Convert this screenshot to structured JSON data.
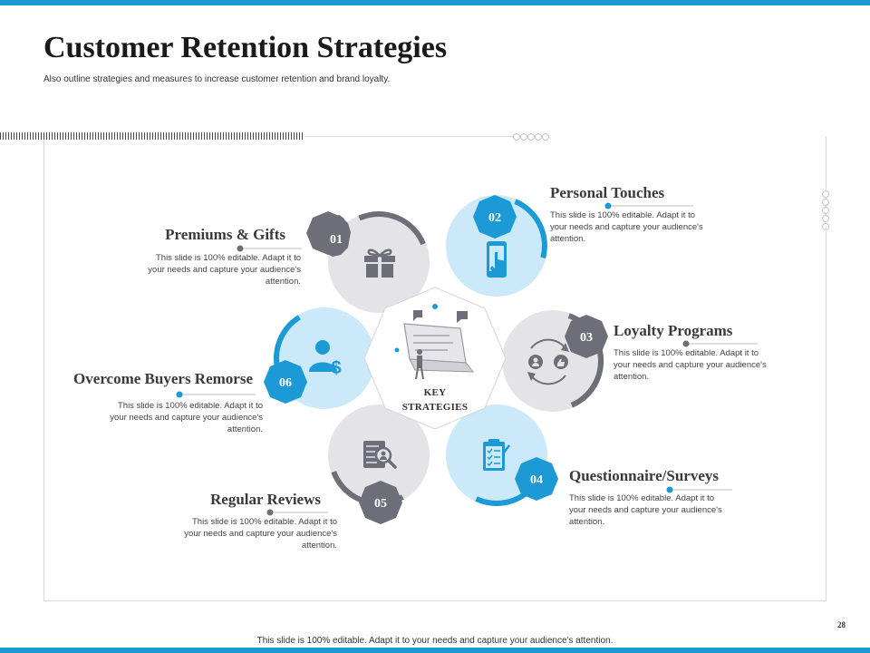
{
  "title": "Customer Retention Strategies",
  "subtitle": "Also outline strategies and measures to increase customer retention and brand loyalty.",
  "center_label": [
    "KEY",
    "STRATEGIES"
  ],
  "colors": {
    "blue": "#1b9ad6",
    "light_blue": "#cbe9f8",
    "gray": "#6d6e78",
    "light_gray": "#e4e4e8"
  },
  "strategies": [
    {
      "number": "01",
      "heading": "Premiums & Gifts",
      "description": "This slide is 100% editable.  Adapt it to your needs and capture your audience's attention.",
      "icon": "gift-icon"
    },
    {
      "number": "02",
      "heading": "Personal Touches",
      "description": "This slide is 100% editable.  Adapt it to your needs and capture your audience's attention.",
      "icon": "touch-phone-icon"
    },
    {
      "number": "03",
      "heading": "Loyalty Programs",
      "description": "This slide is 100% editable.  Adapt it to your needs and capture your audience's attention.",
      "icon": "loyalty-cycle-icon"
    },
    {
      "number": "04",
      "heading": "Questionnaire/Surveys",
      "description": "This slide is 100% editable.  Adapt it to your needs and capture your audience's attention.",
      "icon": "clipboard-icon"
    },
    {
      "number": "05",
      "heading": "Regular Reviews",
      "description": "This slide is 100% editable.  Adapt it to your needs and capture your audience's attention.",
      "icon": "document-search-icon"
    },
    {
      "number": "06",
      "heading": "Overcome Buyers Remorse",
      "description": "This slide is 100% editable.  Adapt it to your needs and capture your audience's attention.",
      "icon": "user-dollar-icon"
    }
  ],
  "footer": "This slide is 100% editable.  Adapt it to your needs and capture your audience's attention.",
  "page_number": "28"
}
